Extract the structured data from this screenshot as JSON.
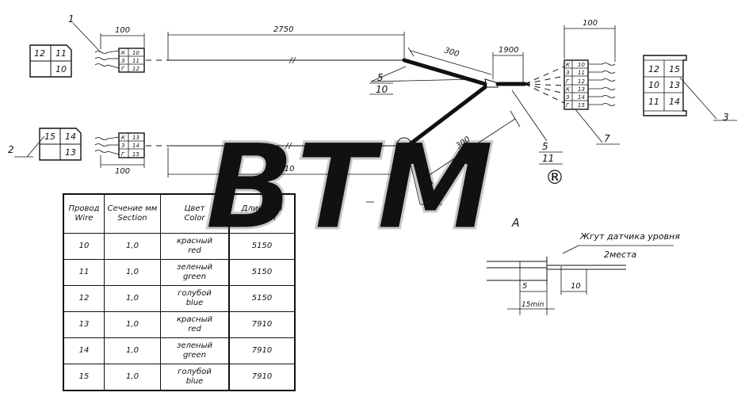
{
  "watermark": {
    "text": "BTM",
    "registered": "®"
  },
  "dimensions": {
    "d100_top": "100",
    "d2750": "2750",
    "d300_upper": "300",
    "d1900": "1900",
    "d100_right": "100",
    "d300_lower": "300",
    "d5510": "5510",
    "d100_bottom": "100"
  },
  "callouts": {
    "c1": "1",
    "c2": "2",
    "c3": "3",
    "c5a": "5",
    "c10": "10",
    "c5b": "5",
    "c11": "11",
    "c7": "7",
    "section_a1": "A",
    "section_a2": "A"
  },
  "connectors": {
    "plug_top": [
      "12",
      "11",
      "10"
    ],
    "plug_bottom": [
      "15",
      "14",
      "13"
    ],
    "plug_right": [
      "12",
      "15",
      "10",
      "13",
      "11",
      "14"
    ],
    "pins_top": [
      [
        "К",
        "10"
      ],
      [
        "З",
        "11"
      ],
      [
        "Г",
        "12"
      ]
    ],
    "pins_bottom": [
      [
        "К",
        "13"
      ],
      [
        "З",
        "14"
      ],
      [
        "Г",
        "15"
      ]
    ],
    "pins_right": [
      [
        "К",
        "10"
      ],
      [
        "З",
        "11"
      ],
      [
        "Г",
        "12"
      ],
      [
        "К",
        "13"
      ],
      [
        "З",
        "14"
      ],
      [
        "Г",
        "15"
      ]
    ]
  },
  "detail": {
    "label": "Жгут датчика уровня",
    "qty": "2места",
    "d5": "5",
    "d10": "10",
    "d15": "15min"
  },
  "table": {
    "headers": [
      [
        "Провод",
        "Wire"
      ],
      [
        "Сечение мм",
        "Section"
      ],
      [
        "Цвет",
        "Color"
      ],
      [
        "Длина мм",
        "Length"
      ]
    ],
    "rows": [
      {
        "wire": "10",
        "section": "1,0",
        "color_ru": "красный",
        "color_en": "red",
        "length": "5150"
      },
      {
        "wire": "11",
        "section": "1,0",
        "color_ru": "зеленый",
        "color_en": "green",
        "length": "5150"
      },
      {
        "wire": "12",
        "section": "1,0",
        "color_ru": "голубой",
        "color_en": "blue",
        "length": "5150"
      },
      {
        "wire": "13",
        "section": "1,0",
        "color_ru": "красный",
        "color_en": "red",
        "length": "7910"
      },
      {
        "wire": "14",
        "section": "1,0",
        "color_ru": "зеленый",
        "color_en": "green",
        "length": "7910"
      },
      {
        "wire": "15",
        "section": "1,0",
        "color_ru": "голубой",
        "color_en": "blue",
        "length": "7910"
      }
    ]
  }
}
